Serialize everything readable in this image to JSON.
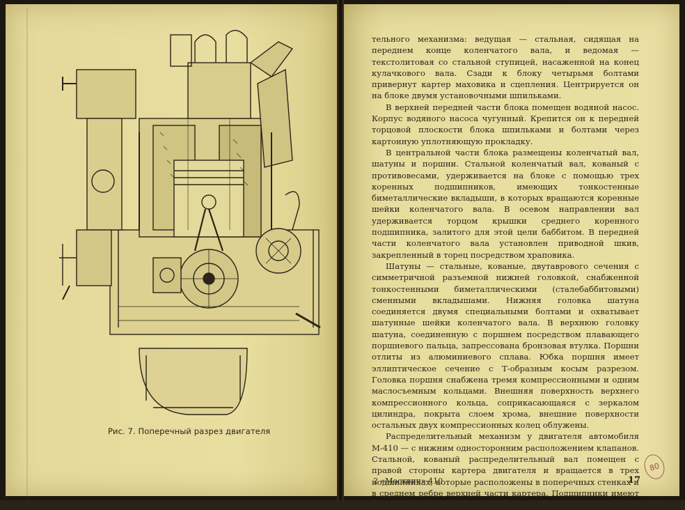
{
  "left_page": {
    "caption": "Рис. 7. Поперечный разрез двигателя"
  },
  "right_page": {
    "paragraphs": [
      "тельного механизма: ведущая — стальная, сидящая на переднем конце коленчатого вала, и ведомая — текстолитовая со стальной ступицей, насаженной на конец кулачкового вала. Сзади к блоку четырьмя болтами привернут картер маховика и сцепления. Центрируется он на блоке двумя установочными шпильками.",
      "В верхней передней части блока помещен водяной насос. Корпус водяного насоса чугунный. Крепится он к передней торцовой плоскости блока шпильками и болтами через картонную уплотняющую прокладку.",
      "В центральной части блока размещены коленчатый вал, шатуны и поршни. Стальной коленчатый вал, кованый с противовесами, удерживается на блоке с помощью трех коренных подшипников, имеющих тонкостенные биметаллические вкладыши, в которых вращаются коренные шейки коленчатого вала. В осевом направлении вал удерживается торцом крышки среднего коренного подшипника, залитого для этой цели баббитом. В передней части коленчатого вала установлен приводной шкив, закрепленный в торец посредством храповика.",
      "Шатуны — стальные, кованые, двутаврового сечения с симметричной разъемной нижней головкой, снабженной тонкостенными биметаллическими (сталебаббитовыми) сменными вкладышами. Нижняя головка шатуна соединяется двумя специальными болтами и охватывает шатунные шейки коленчатого вала. В верхнюю головку шатуна, соединенную с поршнем посредством плавающего поршневого пальца, запрессована бронзовая втулка. Поршни отлиты из алюминиевого сплава. Юбка поршня имеет эллиптическое сечение с Т-образным косым разрезом. Головка поршня снабжена тремя компрессионными и одним маслосъемным кольцами. Внешняя поверхность верхнего компрессионного кольца, соприкасающаяся с зеркалом цилиндра, покрыта слоем хрома, внешние поверхности остальных двух компрессионных колец облужены.",
      "Распределительный механизм у двигателя автомобиля М-410 — с нижним односторонним расположением клапанов. Стальной, кованый распределительный вал помещен с правой стороны картера двигателя и вращается в трех подшипниках, которые расположены в поперечных стенках и в среднем ребре верхней части картера. Подшипники имеют тонкостенные биметаллические втулки,"
    ],
    "footer_left": "2  «Москвич» 410",
    "page_number": "17",
    "stamp": "80"
  }
}
